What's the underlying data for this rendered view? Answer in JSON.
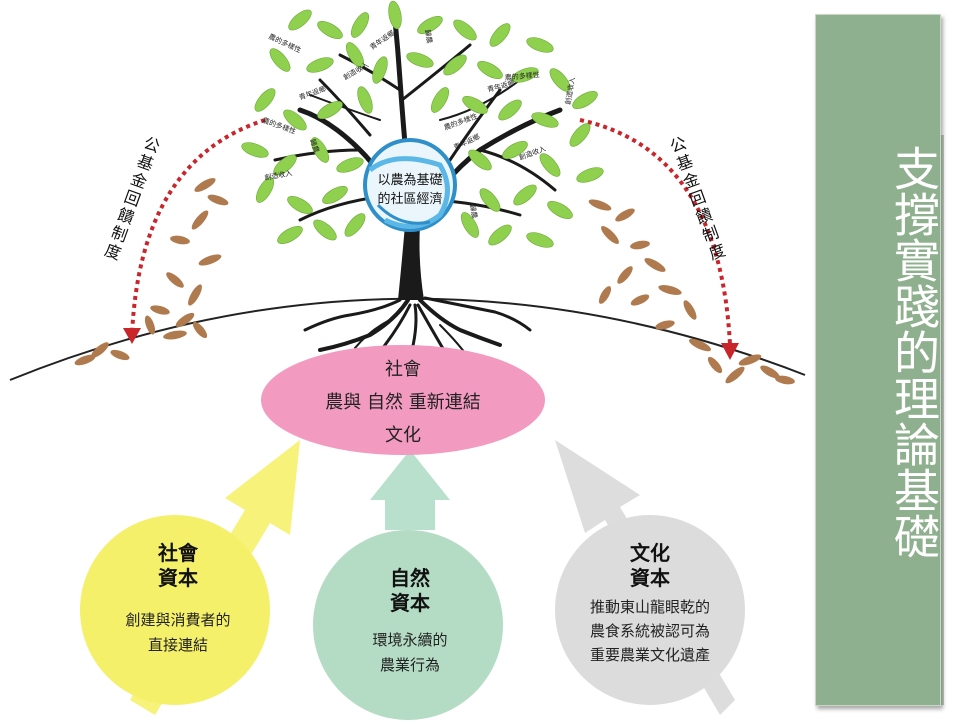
{
  "slide": {
    "title": "支撐實踐的理論基礎"
  },
  "tree": {
    "center_label_line1": "以農為基礎",
    "center_label_line2": "的社區經濟",
    "leaf_labels": [
      "農的多樣性",
      "青年返鄉",
      "創造收入",
      "歸農",
      "農的多樣性",
      "青年返鄉",
      "創造收入",
      "農的多樣性",
      "青年返鄉",
      "創造收入",
      "歸農",
      "農的多樣性",
      "青年返鄉",
      "創造收入",
      "歸農"
    ]
  },
  "arcs": {
    "left_label": "公基金回饋制度",
    "right_label": "公基金回饋制度"
  },
  "center_ellipse": {
    "line1": "社會",
    "line2": "農與 自然 重新連結",
    "line3": "文化"
  },
  "capitals": [
    {
      "title_line1": "社會",
      "title_line2": "資本",
      "desc_line1": "創建與消費者的",
      "desc_line2": "直接連結",
      "desc_line3": "",
      "color": "#f5f06a"
    },
    {
      "title_line1": "自然",
      "title_line2": "資本",
      "desc_line1": "環境永續的",
      "desc_line2": "農業行為",
      "desc_line3": "",
      "color": "#b4dcc4"
    },
    {
      "title_line1": "文化",
      "title_line2": "資本",
      "desc_line1": "推動東山龍眼乾的",
      "desc_line2": "農食系統被認可為",
      "desc_line3": "重要農業文化遺產",
      "color": "#dcdcdc"
    }
  ],
  "colors": {
    "ellipse": "#f29ac0",
    "arrow_yellow": "#f7f37a",
    "arrow_green": "#b9e0cc",
    "arrow_gray": "#dddddd",
    "dotted_arc": "#c8262b",
    "leaf_green": "#8fd14f",
    "falling_leaf": "#b07a4f",
    "title_panel": "#8fb08e"
  }
}
